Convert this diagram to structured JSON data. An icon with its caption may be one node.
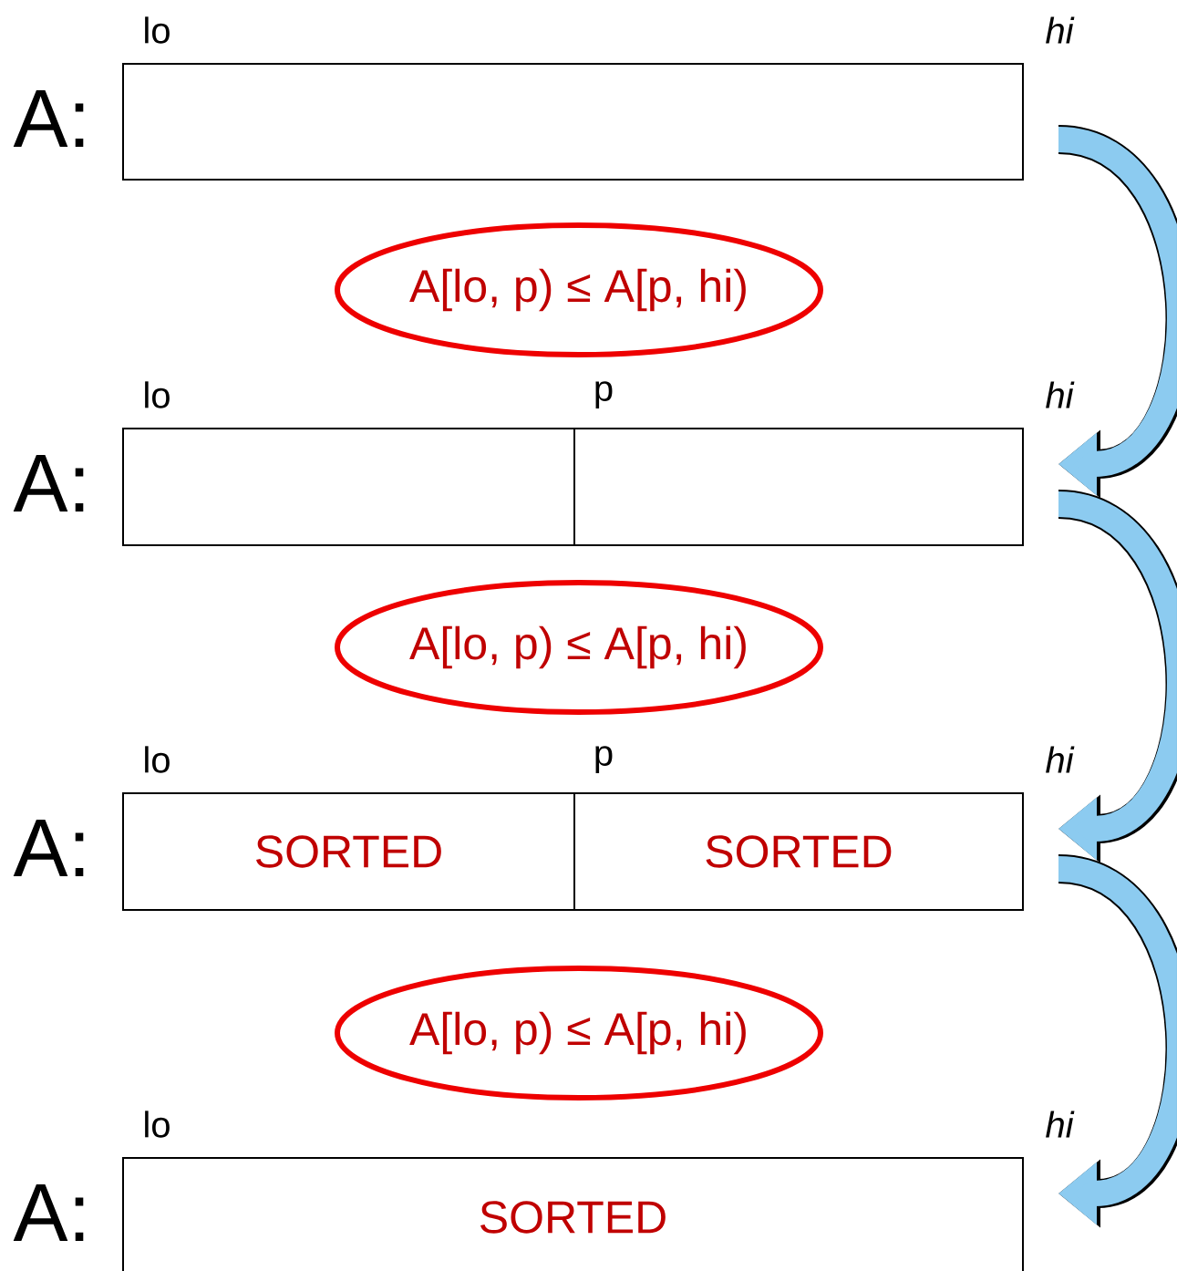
{
  "diagram": {
    "nodes": [
      {
        "text": [],
        "shape": "box",
        "beside": [
          "lo",
          "hi",
          "A:"
        ]
      },
      {
        "text": [
          "A[lo, p) ≤ A[p, hi)"
        ]
      },
      {
        "text": [],
        "shape": "box",
        "beside": [
          "lo",
          "p",
          "hi",
          "A:"
        ]
      },
      {
        "text": [
          "A[lo, p) ≤ A[p, hi)"
        ]
      },
      {
        "text": [
          "SORTED",
          "SORTED"
        ],
        "beside": [
          "lo",
          "p",
          "hi",
          "A:"
        ]
      },
      {
        "text": [
          "A[lo, p) ≤ A[p, hi)"
        ]
      },
      {
        "text": [
          "SORTED"
        ],
        "beside": [
          "lo",
          "hi",
          "A:"
        ]
      }
    ],
    "edges": [
      {
        "from": 0,
        "to": 2,
        "arrow": "to"
      },
      {
        "from": 2,
        "to": 4,
        "arrow": "to"
      },
      {
        "from": 4,
        "to": 6,
        "arrow": "to"
      }
    ]
  }
}
